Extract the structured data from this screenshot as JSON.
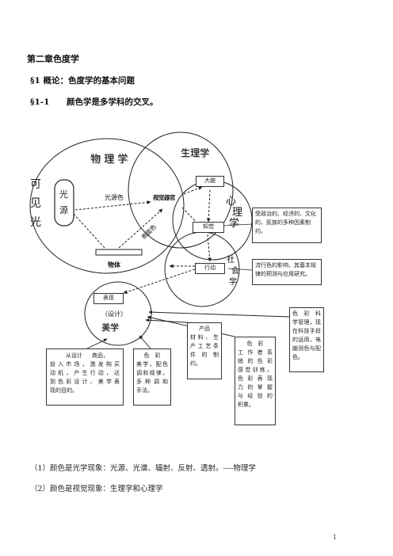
{
  "headings": {
    "chapter": "第二章色度学",
    "section": "§1 概论：色度学的基本问题",
    "subsection_num": "§1-1",
    "subsection_title": "颜色学是多学科的交叉。"
  },
  "diagram": {
    "left_vertical": [
      "可",
      "见",
      "光"
    ],
    "light_source": [
      "光",
      "源"
    ],
    "circles": {
      "physics": "物 理 学",
      "physiology": "生理学",
      "psychology": [
        "心",
        "理",
        "学"
      ],
      "sociology": [
        "社",
        "会",
        "学"
      ],
      "aesthetics": "美学"
    },
    "labels": {
      "light_source_color": "光源色",
      "visual_organ": "视觉器官",
      "surface_color": "表面色",
      "object": "物体",
      "design": "（设计）"
    },
    "nodes": {
      "brain": "大脑",
      "perception": "知觉",
      "action": "行动",
      "expression": "表现"
    },
    "notes": {
      "politics": "受政治的、经济的、文化的、民族的多种因素制约。",
      "fashion": "流行色的影响，其基本规律的预测与应用研究。",
      "management": [
        "色 彩 科",
        "学管理，现",
        "在科技手段",
        "的运用，电",
        "脑测色与配",
        "色。"
      ],
      "product": [
        "产品",
        "材料、生",
        "产工艺条",
        "件 的 制",
        "约。"
      ],
      "training": [
        "色　彩",
        "工 作 者 系",
        "统 的 色 彩",
        "感觉训练。",
        "色 彩 表 现",
        "力 的 掌 握",
        "与 经 验 的",
        "积累。"
      ],
      "color_aesthetics": [
        "色　彩",
        "美学，配色",
        "调和规律，",
        "多 种 调 和",
        "手法。"
      ],
      "design_flow_a": "从设计",
      "design_flow_b": "商品，",
      "design_flow_rest": [
        "投入市场，激发购买",
        "动机，产生行动，达",
        "到色彩设计、美学表",
        "现的目的。"
      ]
    }
  },
  "body_lines": [
    "（1）颜色是光学现象：光源、光谱、辐射、反射、透射。----物理学",
    "（2）颜色是视觉现象：生理学和心理学"
  ],
  "page_number": "1"
}
